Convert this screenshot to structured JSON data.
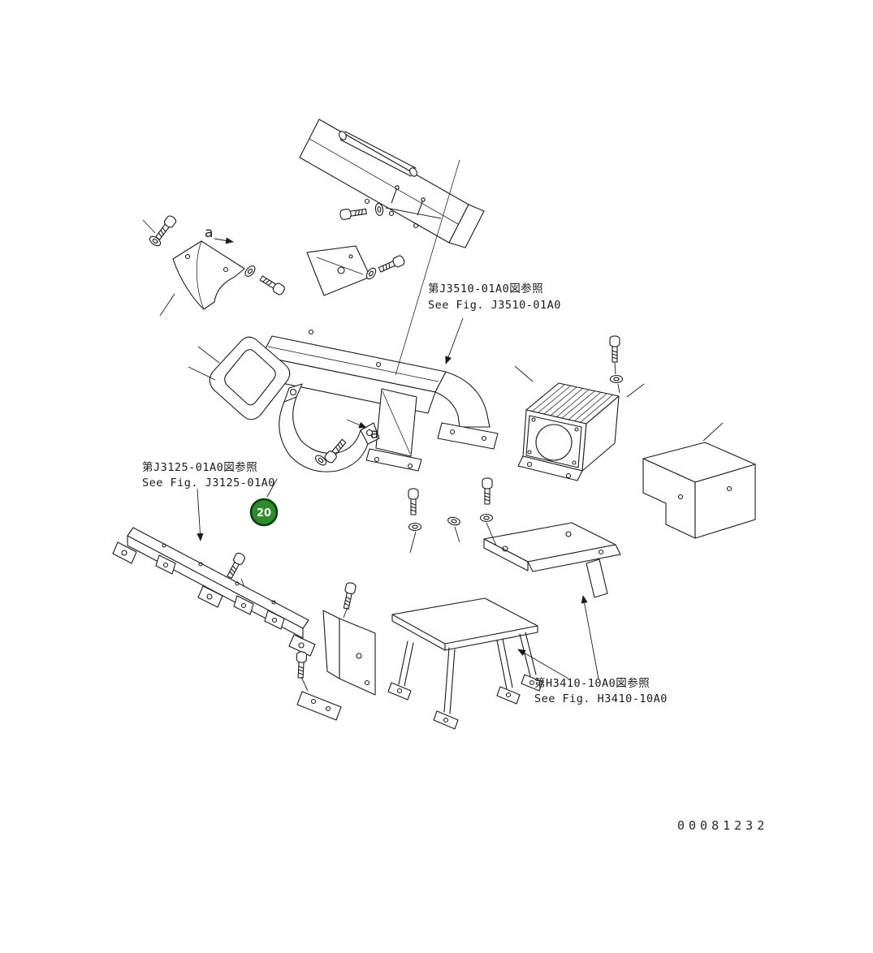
{
  "figure": {
    "drawing_number": "00081232",
    "callout": {
      "label": "20",
      "fill": "#2e8b2e",
      "ring": "#00420a",
      "text_color": "#ffffff"
    },
    "references": {
      "j3510": {
        "jp": "第J3510-01A0図参照",
        "en": "See Fig. J3510-01A0"
      },
      "j3125": {
        "jp": "第J3125-01A0図参照",
        "en": "See Fig. J3125-01A0"
      },
      "h3410": {
        "jp": "第H3410-10A0図参照",
        "en": "See Fig. H3410-10A0"
      }
    },
    "section_marks": {
      "a1": "a",
      "a2": "a"
    },
    "colors": {
      "line": "#1a1a1a",
      "background": "#ffffff"
    }
  }
}
